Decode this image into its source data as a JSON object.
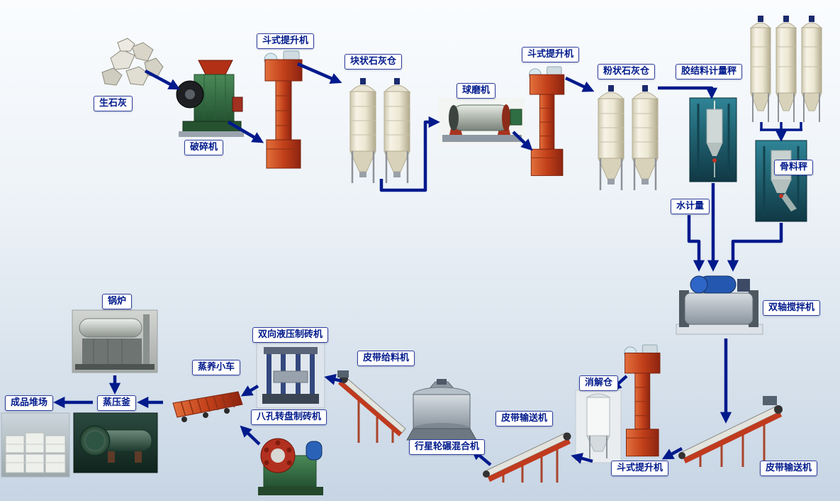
{
  "diagram": {
    "type": "process-flow",
    "language": "zh-CN",
    "nodes": [
      {
        "id": "quicklime",
        "label": "生石灰"
      },
      {
        "id": "crusher",
        "label": "破碎机"
      },
      {
        "id": "bucket-elevator-1",
        "label": "斗式提升机"
      },
      {
        "id": "block-lime-silo",
        "label": "块状石灰仓"
      },
      {
        "id": "ball-mill",
        "label": "球磨机"
      },
      {
        "id": "bucket-elevator-2",
        "label": "斗式提升机"
      },
      {
        "id": "powder-lime-silo",
        "label": "粉状石灰仓"
      },
      {
        "id": "binder-metering-scale",
        "label": "胶结料计量秤"
      },
      {
        "id": "aggregate-scale",
        "label": "骨料秤"
      },
      {
        "id": "water-metering",
        "label": "水计量"
      },
      {
        "id": "twin-shaft-mixer",
        "label": "双轴搅拌机"
      },
      {
        "id": "boiler",
        "label": "锅炉"
      },
      {
        "id": "hydraulic-brick-press",
        "label": "双向液压制砖机"
      },
      {
        "id": "steam-curing-cart",
        "label": "蒸养小车"
      },
      {
        "id": "belt-feeder",
        "label": "皮带给料机"
      },
      {
        "id": "rotary-brick-press",
        "label": "八孔转盘制砖机"
      },
      {
        "id": "product-yard",
        "label": "成品堆场"
      },
      {
        "id": "autoclave",
        "label": "蒸压釜"
      },
      {
        "id": "planetary-mixer",
        "label": "行星轮碾混合机"
      },
      {
        "id": "belt-conveyor-mid",
        "label": "皮带输送机"
      },
      {
        "id": "digestion-silo",
        "label": "消解仓"
      },
      {
        "id": "bucket-elevator-3",
        "label": "斗式提升机"
      },
      {
        "id": "belt-conveyor-right",
        "label": "皮带输送机"
      }
    ],
    "edges": [
      {
        "from": "quicklime",
        "to": "crusher"
      },
      {
        "from": "crusher",
        "to": "bucket-elevator-1"
      },
      {
        "from": "bucket-elevator-1",
        "to": "block-lime-silo"
      },
      {
        "from": "block-lime-silo",
        "to": "ball-mill"
      },
      {
        "from": "ball-mill",
        "to": "bucket-elevator-2"
      },
      {
        "from": "bucket-elevator-2",
        "to": "powder-lime-silo"
      },
      {
        "from": "powder-lime-silo",
        "to": "binder-metering-scale"
      },
      {
        "from": "aggregate-silos",
        "to": "aggregate-scale"
      },
      {
        "from": "binder-metering-scale",
        "to": "twin-shaft-mixer"
      },
      {
        "from": "water-metering",
        "to": "twin-shaft-mixer"
      },
      {
        "from": "aggregate-scale",
        "to": "twin-shaft-mixer"
      },
      {
        "from": "twin-shaft-mixer",
        "to": "belt-conveyor-right"
      },
      {
        "from": "belt-conveyor-right",
        "to": "bucket-elevator-3"
      },
      {
        "from": "bucket-elevator-3",
        "to": "digestion-silo"
      },
      {
        "from": "digestion-silo",
        "to": "belt-conveyor-mid"
      },
      {
        "from": "belt-conveyor-mid",
        "to": "planetary-mixer"
      },
      {
        "from": "planetary-mixer",
        "to": "belt-feeder"
      },
      {
        "from": "belt-feeder",
        "to": "hydraulic-brick-press"
      },
      {
        "from": "hydraulic-brick-press",
        "to": "steam-curing-cart"
      },
      {
        "from": "rotary-brick-press",
        "to": "steam-curing-cart"
      },
      {
        "from": "steam-curing-cart",
        "to": "autoclave"
      },
      {
        "from": "boiler",
        "to": "autoclave"
      },
      {
        "from": "autoclave",
        "to": "product-yard"
      }
    ],
    "colors": {
      "arrow": "#001a8c",
      "label_text": "#001a8c",
      "label_border": "#2e3f9e",
      "label_bg": "#ffffff",
      "background_top": "#fafcfe",
      "background_bottom": "#c7d5e4",
      "elevator_red": "#c2401a",
      "silo_cream": "#ece7d2",
      "machine_green": "#2f6e42",
      "scale_teal": "#1f6274"
    }
  }
}
